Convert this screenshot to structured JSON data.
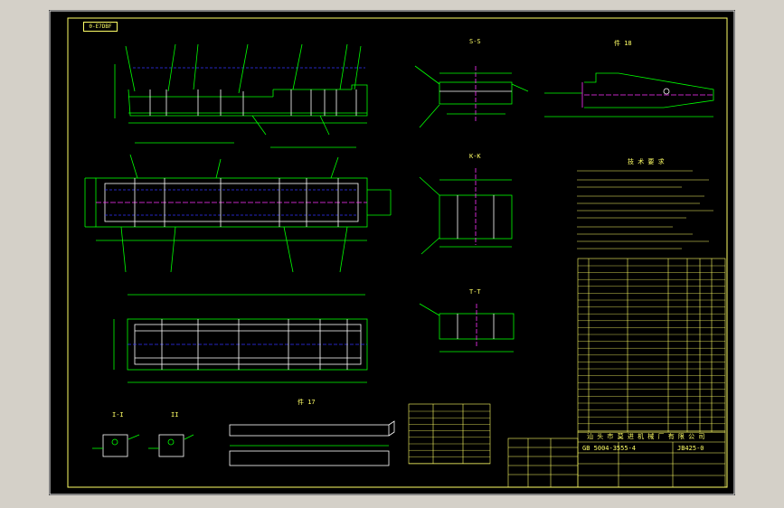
{
  "drawing_tag": "0-E7DBF",
  "view_labels": {
    "section_top": "S-S",
    "section_mid": "K-K",
    "section_bot": "T-T",
    "detail_right": "件 18",
    "detail_bottom": "件 17",
    "detail_small_left": "I-I",
    "detail_small_right": "II"
  },
  "notes_title": "技 术 要 求",
  "title_block": {
    "company": "汕 头 市 莫 进 机 械 厂 有 限 公 司",
    "standard_no": "GB 5004-3555-4",
    "drawing_no": "JB425-0"
  },
  "colors": {
    "background": "#000000",
    "outline": "#00ff00",
    "text": "#ffff66",
    "hidden_line": "#3333ff",
    "center_line": "#ff33ff",
    "white_line": "#ffffff",
    "cyan": "#00ffff"
  },
  "icons": [
    "balloon-leader-icon",
    "section-hatch-icon"
  ]
}
